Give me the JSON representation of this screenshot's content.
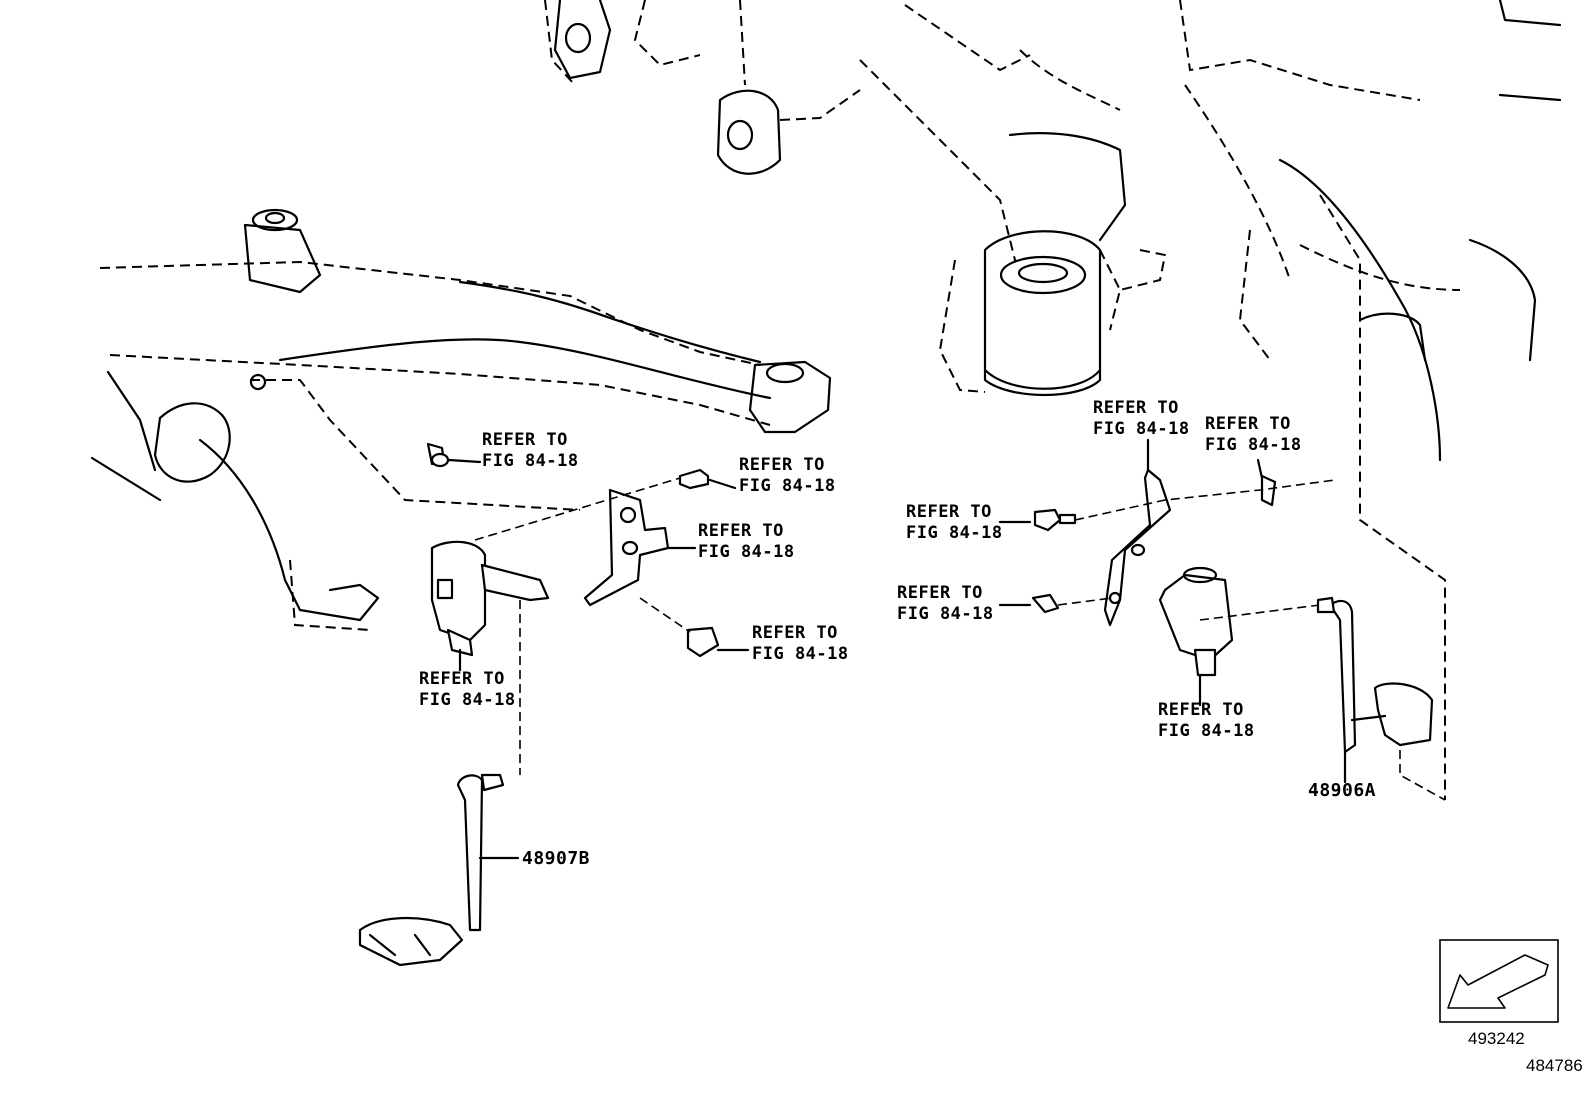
{
  "callouts": {
    "c1": {
      "l1": "REFER TO",
      "l2": "FIG 84-18"
    },
    "c2": {
      "l1": "REFER TO",
      "l2": "FIG 84-18"
    },
    "c3": {
      "l1": "REFER TO",
      "l2": "FIG 84-18"
    },
    "c4": {
      "l1": "REFER TO",
      "l2": "FIG 84-18"
    },
    "c5": {
      "l1": "REFER TO",
      "l2": "FIG 84-18"
    },
    "c6": {
      "l1": "REFER TO",
      "l2": "FIG 84-18"
    },
    "c7": {
      "l1": "REFER TO",
      "l2": "FIG 84-18"
    },
    "c8": {
      "l1": "REFER TO",
      "l2": "FIG 84-18"
    },
    "c9": {
      "l1": "REFER TO",
      "l2": "FIG 84-18"
    },
    "c10": {
      "l1": "REFER TO",
      "l2": "FIG 84-18"
    }
  },
  "parts": {
    "left_link": "48907B",
    "right_link": "48906A"
  },
  "view_direction_icon": "front-arrow-icon",
  "codes": {
    "code1": "493242",
    "code2": "484786"
  }
}
